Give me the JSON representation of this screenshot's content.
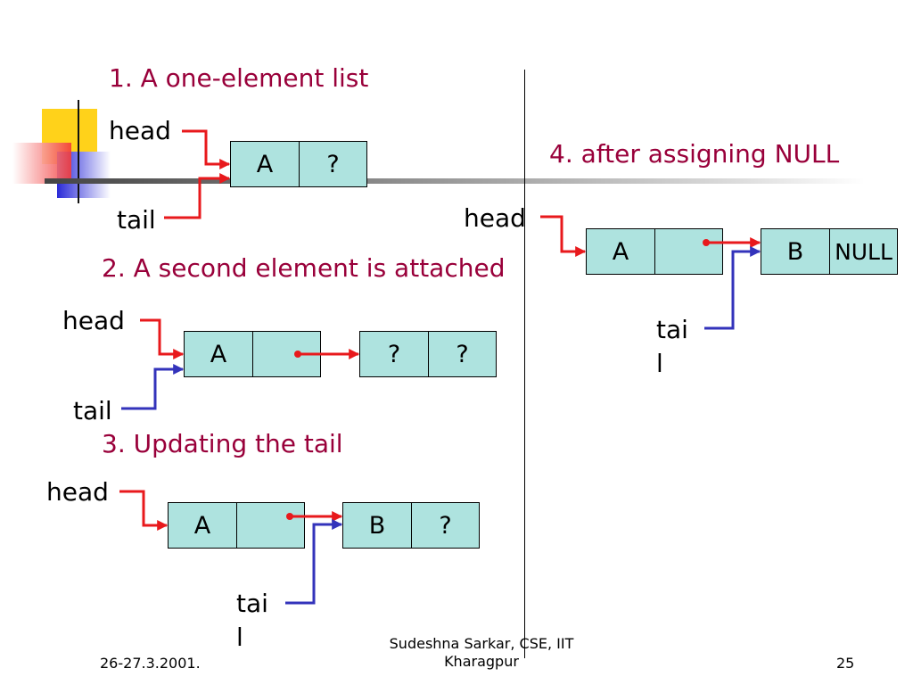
{
  "step1": {
    "title": "1. A one-element list",
    "head": "head",
    "tail": "tail",
    "node": [
      "A",
      "?"
    ]
  },
  "step2": {
    "title": "2. A second element is attached",
    "head": "head",
    "tail": "tail",
    "node1": [
      "A",
      ""
    ],
    "node2": [
      "?",
      "?"
    ]
  },
  "step3": {
    "title": "3. Updating the tail",
    "head": "head",
    "tail_line1": "tai",
    "tail_line2": "l",
    "node1": [
      "A",
      ""
    ],
    "node2": [
      "B",
      "?"
    ]
  },
  "step4": {
    "title": "4. after assigning NULL",
    "head": "head",
    "tail_line1": "tai",
    "tail_line2": "l",
    "node1": [
      "A",
      ""
    ],
    "node2": [
      "B",
      "NULL"
    ]
  },
  "footer": {
    "date": "26-27.3.2001.",
    "author_line1": "Sudeshna Sarkar, CSE, IIT",
    "author_line2": "Kharagpur",
    "page": "25"
  },
  "colors": {
    "title": "#99003a",
    "node_fill": "#aee3df",
    "head_arrow": "#e8191c",
    "tail_arrow": "#3333bb"
  }
}
